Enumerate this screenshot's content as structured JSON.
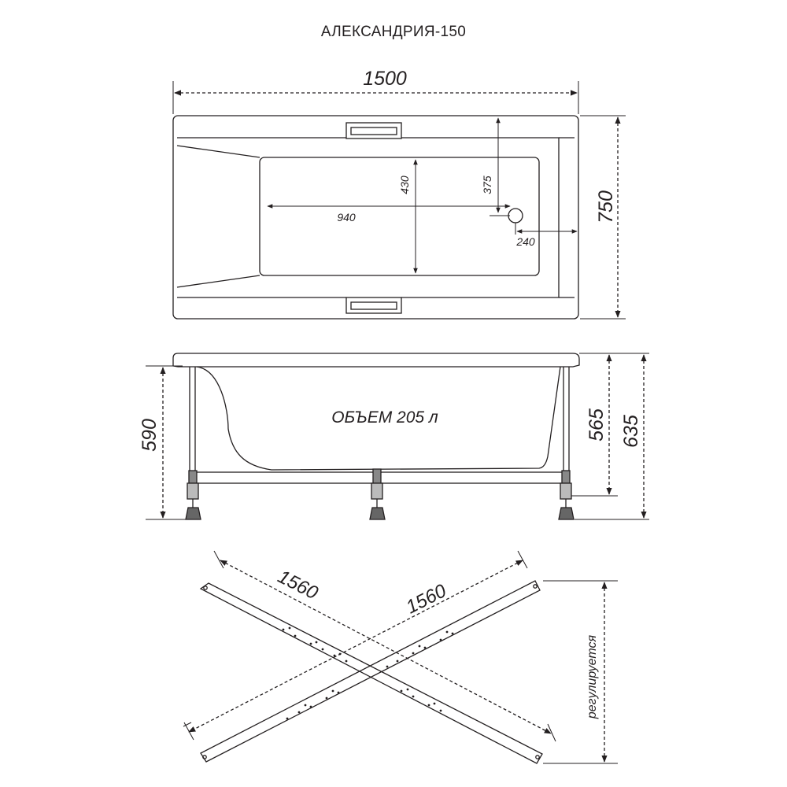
{
  "title": "АЛЕКСАНДРИЯ-150",
  "top_view": {
    "length": "1500",
    "width": "750",
    "inner_length": "940",
    "inner_width": "430",
    "drain_from_side": "375",
    "drain_from_end": "240"
  },
  "side_view": {
    "volume": "ОБЪЕМ 205 л",
    "height_left": "590",
    "height_inner": "565",
    "height_total": "635"
  },
  "frame_view": {
    "diag_1": "1560",
    "diag_2": "1560",
    "adjustable": "регулируется"
  }
}
